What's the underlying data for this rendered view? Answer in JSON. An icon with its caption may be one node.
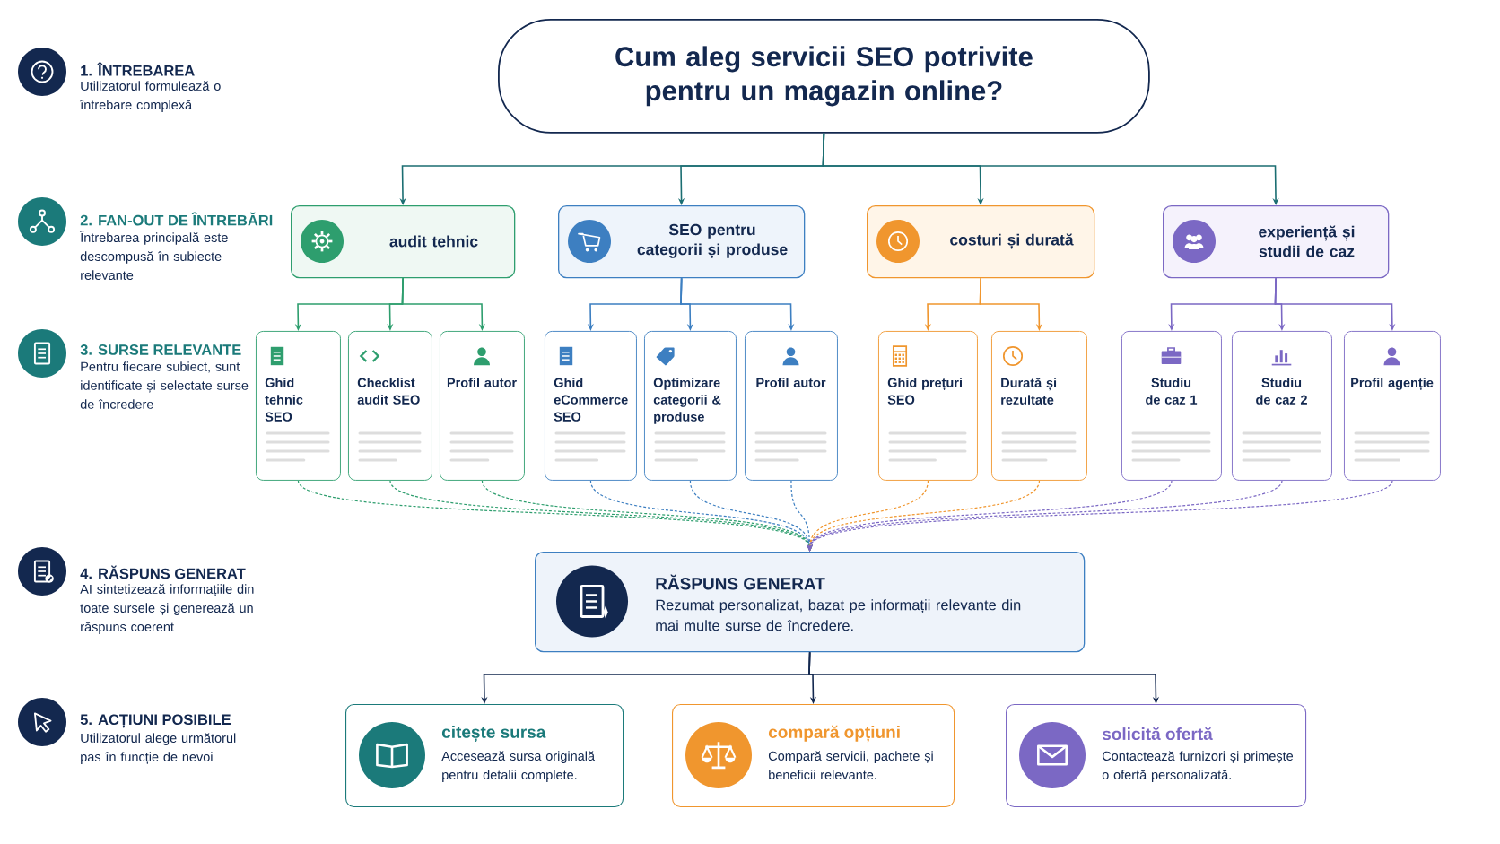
{
  "diagram": {
    "nodes": [
      {
        "text": [
          "Cum aleg servicii SEO potrivite pentru un magazin online?"
        ]
      },
      {
        "text": [
          "audit tehnic"
        ]
      },
      {
        "text": [
          "SEO pentru categorii și produse"
        ]
      },
      {
        "text": [
          "costuri și durată"
        ]
      },
      {
        "text": [
          "experiență și studii de caz"
        ]
      },
      {
        "text": [
          "Ghid tehnic SEO"
        ]
      },
      {
        "text": [
          "Checklist audit SEO"
        ]
      },
      {
        "text": [
          "Profil autor"
        ]
      },
      {
        "text": [
          "Ghid eCommerce SEO"
        ]
      },
      {
        "text": [
          "Optimizare categorii & produse"
        ]
      },
      {
        "text": [
          "Profil autor"
        ]
      },
      {
        "text": [
          "Ghid prețuri SEO"
        ]
      },
      {
        "text": [
          "Durată și rezultate"
        ]
      },
      {
        "text": [
          "Studiu de caz 1"
        ]
      },
      {
        "text": [
          "Studiu de caz 2"
        ]
      },
      {
        "text": [
          "Profil agenție"
        ]
      },
      {
        "text": [
          "RĂSPUNS GENERAT",
          "Rezumat personalizat, bazat pe informații relevante din mai multe surse de încredere."
        ]
      },
      {
        "text": [
          "citește sursa",
          "Accesează sursa originală pentru detalii complete."
        ]
      },
      {
        "text": [
          "compară opțiuni",
          "Compară servicii, pachete și beneficii relevante."
        ]
      },
      {
        "text": [
          "solicită ofertă",
          "Contactează furnizori și primește o ofertă personalizată."
        ]
      }
    ],
    "edges": [
      {
        "from": 0,
        "to": 1,
        "arrow": "to",
        "color": "#1b6e72"
      },
      {
        "from": 0,
        "to": 2,
        "arrow": "to",
        "color": "#1b6e72"
      },
      {
        "from": 0,
        "to": 3,
        "arrow": "to",
        "color": "#1b6e72"
      },
      {
        "from": 0,
        "to": 4,
        "arrow": "to",
        "color": "#1b6e72"
      },
      {
        "from": 1,
        "to": 5,
        "arrow": "to",
        "color": "#2e9e6e"
      },
      {
        "from": 1,
        "to": 6,
        "arrow": "to",
        "color": "#2e9e6e"
      },
      {
        "from": 1,
        "to": 7,
        "arrow": "to",
        "color": "#2e9e6e"
      },
      {
        "from": 2,
        "to": 8,
        "arrow": "to",
        "color": "#3d7fc1"
      },
      {
        "from": 2,
        "to": 9,
        "arrow": "to",
        "color": "#3d7fc1"
      },
      {
        "from": 2,
        "to": 10,
        "arrow": "to",
        "color": "#3d7fc1"
      },
      {
        "from": 3,
        "to": 11,
        "arrow": "to",
        "color": "#f0962e"
      },
      {
        "from": 3,
        "to": 12,
        "arrow": "to",
        "color": "#f0962e"
      },
      {
        "from": 4,
        "to": 13,
        "arrow": "to",
        "color": "#7b68c4"
      },
      {
        "from": 4,
        "to": 14,
        "arrow": "to",
        "color": "#7b68c4"
      },
      {
        "from": 4,
        "to": 15,
        "arrow": "to",
        "color": "#7b68c4"
      },
      {
        "from": 5,
        "to": 16,
        "arrow": "to",
        "style": "dashed",
        "color": "#2e9e6e"
      },
      {
        "from": 6,
        "to": 16,
        "arrow": "to",
        "style": "dashed",
        "color": "#2e9e6e"
      },
      {
        "from": 7,
        "to": 16,
        "arrow": "to",
        "style": "dashed",
        "color": "#2e9e6e"
      },
      {
        "from": 8,
        "to": 16,
        "arrow": "to",
        "style": "dashed",
        "color": "#3d7fc1"
      },
      {
        "from": 9,
        "to": 16,
        "arrow": "to",
        "style": "dashed",
        "color": "#3d7fc1"
      },
      {
        "from": 10,
        "to": 16,
        "arrow": "to",
        "style": "dashed",
        "color": "#3d7fc1"
      },
      {
        "from": 11,
        "to": 16,
        "arrow": "to",
        "style": "dashed",
        "color": "#f0962e"
      },
      {
        "from": 12,
        "to": 16,
        "arrow": "to",
        "style": "dashed",
        "color": "#f0962e"
      },
      {
        "from": 13,
        "to": 16,
        "arrow": "to",
        "style": "dashed",
        "color": "#7b68c4"
      },
      {
        "from": 14,
        "to": 16,
        "arrow": "to",
        "style": "dashed",
        "color": "#7b68c4"
      },
      {
        "from": 15,
        "to": 16,
        "arrow": "to",
        "style": "dashed",
        "color": "#7b68c4"
      },
      {
        "from": 16,
        "to": 17,
        "arrow": "to",
        "color": "#13284f"
      },
      {
        "from": 16,
        "to": 18,
        "arrow": "to",
        "color": "#13284f"
      },
      {
        "from": 16,
        "to": 19,
        "arrow": "to",
        "color": "#13284f"
      }
    ],
    "labels": [
      "1. ÎNTREBAREA",
      "Utilizatorul formulează o întrebare complexă",
      "2. FAN-OUT DE ÎNTREBĂRI",
      "Întrebarea principală este descompusă în subiecte relevante",
      "3. SURSE RELEVANTE",
      "Pentru fiecare subiect, sunt identificate și selectate surse de încredere",
      "4. RĂSPUNS GENERAT",
      "AI sintetizează informațiile din toate sursele și generează un răspuns coerent",
      "5. ACȚIUNI POSIBILE",
      "Utilizatorul alege următorul pas în funcție de nevoi"
    ]
  }
}
